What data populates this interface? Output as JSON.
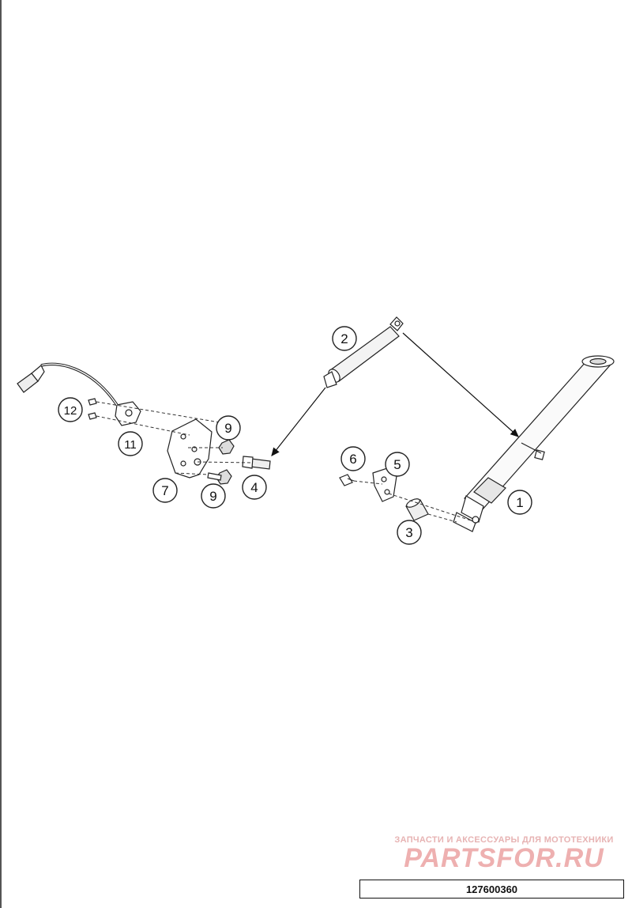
{
  "callouts": [
    {
      "id": "1",
      "label": "1"
    },
    {
      "id": "2",
      "label": "2"
    },
    {
      "id": "3",
      "label": "3"
    },
    {
      "id": "4",
      "label": "4"
    },
    {
      "id": "5",
      "label": "5"
    },
    {
      "id": "6",
      "label": "6"
    },
    {
      "id": "7",
      "label": "7"
    },
    {
      "id": "9a",
      "label": "9"
    },
    {
      "id": "9b",
      "label": "9"
    },
    {
      "id": "11",
      "label": "11"
    },
    {
      "id": "12",
      "label": "12"
    }
  ],
  "watermark": {
    "tagline": "ЗАПЧАСТИ И АКСЕССУАРЫ ДЛЯ МОТОТЕХНИКИ",
    "logo": "PARTSFOR.RU"
  },
  "footer": {
    "part_number": "127600360"
  }
}
